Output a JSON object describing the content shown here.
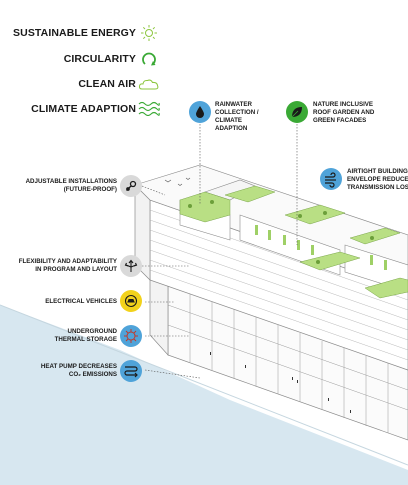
{
  "legend": {
    "items": [
      {
        "label": "SUSTAINABLE ENERGY",
        "icon": "sun-icon",
        "color": "#8cc63f"
      },
      {
        "label": "CIRCULARITY",
        "icon": "circular-arrow-icon",
        "color": "#3aa935"
      },
      {
        "label": "CLEAN AIR",
        "icon": "cloud-icon",
        "color": "#8cc63f"
      },
      {
        "label": "CLIMATE ADAPTION",
        "icon": "waves-icon",
        "color": "#3aa935"
      }
    ]
  },
  "callouts": {
    "rainwater": {
      "lines": [
        "RAINWATER",
        "COLLECTION /",
        "CLIMATE",
        "ADAPTION"
      ],
      "icon": "water-drop-icon",
      "color": "#4fa3d9"
    },
    "nature": {
      "lines": [
        "NATURE INCLUSIVE",
        "ROOF GARDEN AND",
        "GREEN FACADES"
      ],
      "icon": "leaf-icon",
      "color": "#3aa935"
    },
    "airtight": {
      "lines": [
        "AIRTIGHT BUILDING",
        "ENVELOPE REDUCES",
        "TRANSMISSION LOSS"
      ],
      "icon": "wind-icon",
      "color": "#4fa3d9"
    },
    "adjustable": {
      "lines": [
        "ADJUSTABLE INSTALLATIONS",
        "(FUTURE-PROOF)"
      ],
      "icon": "wrench-icon",
      "color": "#d9d9d9"
    },
    "flexibility": {
      "lines": [
        "FLEXIBILITY AND ADAPTABILITY",
        "IN PROGRAM AND LAYOUT"
      ],
      "icon": "branch-arrows-icon",
      "color": "#d9d9d9"
    },
    "electrical": {
      "lines": [
        "ELECTRICAL VEHICLES"
      ],
      "icon": "car-icon",
      "color": "#f2d21b"
    },
    "underground": {
      "lines": [
        "UNDERGROUND",
        "THERMAL STORAGE"
      ],
      "icon": "virus-icon",
      "color": "#4fa3d9"
    },
    "heatpump": {
      "lines": [
        "HEAT PUMP DECREASES",
        "CO₂ EMISSIONS"
      ],
      "icon": "heat-pump-icon",
      "color": "#4fa3d9"
    }
  },
  "colors": {
    "water": "#d7e7f0",
    "greenery": "#b9df84",
    "building_line": "#8a8a8a"
  }
}
